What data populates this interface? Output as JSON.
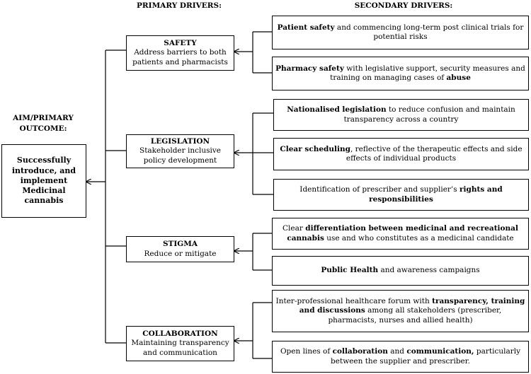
{
  "headers": {
    "primary": "PRIMARY DRIVERS:",
    "secondary": "SECONDARY DRIVERS:",
    "aim": [
      "AIM/PRIMARY",
      "OUTCOME:"
    ]
  },
  "aim_box": [
    "Successfully",
    "introduce, and",
    "implement",
    "Medicinal cannabis"
  ],
  "primary": [
    {
      "title": "SAFETY",
      "desc": [
        "Address barriers to both",
        "patients and pharmacists"
      ]
    },
    {
      "title": "LEGISLATION",
      "desc": [
        "Stakeholder inclusive",
        "policy development"
      ]
    },
    {
      "title": "STIGMA",
      "desc": [
        "Reduce or mitigate"
      ]
    },
    {
      "title": "COLLABORATION",
      "desc": [
        "Maintaining transparency",
        "and communication"
      ]
    }
  ],
  "secondary": [
    [
      {
        "parts": [
          {
            "b": true,
            "t": "Patient safety"
          },
          {
            "b": false,
            "t": " and commencing long-term post clinical trials for potential risks"
          }
        ]
      },
      {
        "parts": [
          {
            "b": true,
            "t": "Pharmacy safety"
          },
          {
            "b": false,
            "t": " with legislative support, security measures and training on managing cases of "
          },
          {
            "b": true,
            "t": "abuse"
          }
        ]
      }
    ],
    [
      {
        "parts": [
          {
            "b": true,
            "t": "Nationalised legislation"
          },
          {
            "b": false,
            "t": " to reduce confusion and maintain transparency across a country"
          }
        ]
      },
      {
        "parts": [
          {
            "b": true,
            "t": "Clear scheduling"
          },
          {
            "b": false,
            "t": ", reflective of the therapeutic effects and side effects of individual products"
          }
        ]
      },
      {
        "parts": [
          {
            "b": false,
            "t": "Identification of prescriber and supplier’s "
          },
          {
            "b": true,
            "t": "rights and responsibilities"
          }
        ]
      }
    ],
    [
      {
        "parts": [
          {
            "b": false,
            "t": "Clear "
          },
          {
            "b": true,
            "t": "differentiation between medicinal and recreational cannabis"
          },
          {
            "b": false,
            "t": " use and who constitutes as a medicinal candidate"
          }
        ]
      },
      {
        "parts": [
          {
            "b": true,
            "t": "Public Health"
          },
          {
            "b": false,
            "t": " and awareness campaigns"
          }
        ]
      }
    ],
    [
      {
        "parts": [
          {
            "b": false,
            "t": "Inter-professional healthcare forum with "
          },
          {
            "b": true,
            "t": "transparency, training and discussions"
          },
          {
            "b": false,
            "t": " among all stakeholders (prescriber, pharmacists, nurses and allied health)"
          }
        ]
      },
      {
        "parts": [
          {
            "b": false,
            "t": "Open lines of "
          },
          {
            "b": true,
            "t": "collaboration"
          },
          {
            "b": false,
            "t": " and "
          },
          {
            "b": true,
            "t": "communication,"
          },
          {
            "b": false,
            "t": " particularly between the supplier and prescriber."
          }
        ]
      }
    ]
  ]
}
